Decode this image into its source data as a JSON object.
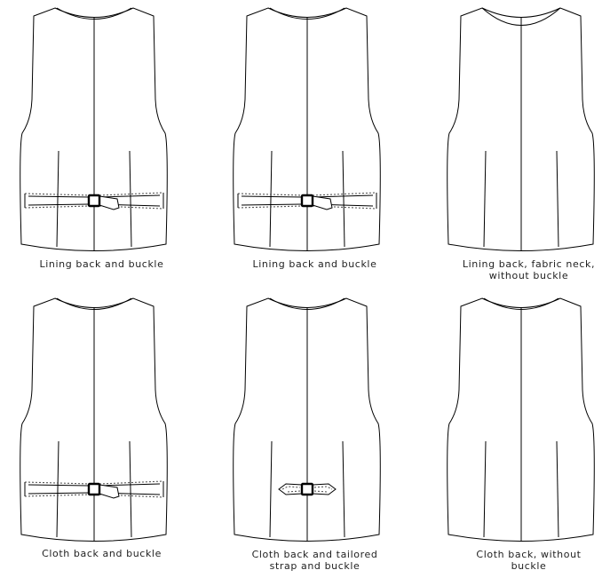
{
  "panels": [
    {
      "caption_lines": [
        "Lining back and buckle"
      ],
      "centre_seam": true,
      "back_neck": "lining",
      "strap": "full",
      "buckle": true
    },
    {
      "caption_lines": [
        "Lining back and buckle"
      ],
      "centre_seam": true,
      "back_neck": "lining",
      "strap": "full",
      "buckle": true
    },
    {
      "caption_lines": [
        "Lining back, fabric neck,",
        "without buckle"
      ],
      "centre_seam": true,
      "back_neck": "fabric",
      "strap": "none",
      "buckle": false
    },
    {
      "caption_lines": [
        "Cloth back and buckle"
      ],
      "centre_seam": true,
      "back_neck": "cloth",
      "strap": "full",
      "buckle": true
    },
    {
      "caption_lines": [
        "Cloth back and tailored",
        "strap and buckle"
      ],
      "centre_seam": true,
      "back_neck": "cloth",
      "strap": "tailored",
      "buckle": true
    },
    {
      "caption_lines": [
        "Cloth back, without",
        "buckle"
      ],
      "centre_seam": true,
      "back_neck": "cloth",
      "strap": "none",
      "buckle": false
    }
  ],
  "colors": {
    "line": "#000000",
    "text": "#222222",
    "background": "#ffffff"
  }
}
